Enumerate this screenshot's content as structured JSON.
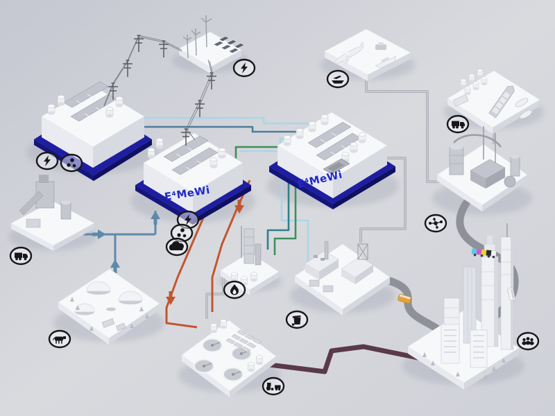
{
  "diagram": {
    "type": "isometric-energy-system-diagram",
    "labels": {
      "center_platform": "E⁴MeWi",
      "right_platform": "E⁴MeWi"
    },
    "platforms": [
      {
        "name": "renewable-energy",
        "objects": [
          "wind-turbines",
          "solar-panels"
        ],
        "icons": [
          "lightning"
        ]
      },
      {
        "name": "electrolysis-plant-left",
        "objects": [
          "module-rows",
          "storage-cylinders"
        ],
        "base": "blue",
        "icons": [
          "lightning",
          "molecules"
        ]
      },
      {
        "name": "methanol-plant-center",
        "label": "E⁴MeWi",
        "base": "blue",
        "icons": [
          "lightning",
          "molecules",
          "cloud"
        ]
      },
      {
        "name": "methanol-plant-right",
        "label": "E⁴MeWi",
        "base": "blue",
        "objects": [
          "gas-tanks",
          "module-rows"
        ],
        "icons": []
      },
      {
        "name": "mobility",
        "objects": [
          "airplane",
          "car",
          "yacht"
        ],
        "icons": [
          "plane-ship"
        ]
      },
      {
        "name": "logistics",
        "objects": [
          "tank-containers",
          "container-ship",
          "tanker-trucks"
        ],
        "icons": [
          "truck"
        ]
      },
      {
        "name": "chemical-industry",
        "objects": [
          "distillation-towers",
          "reactor",
          "sphere-tank"
        ],
        "icons": [
          "molecule-network"
        ]
      },
      {
        "name": "heavy-industry",
        "objects": [
          "blast-furnace",
          "conveyor"
        ],
        "icons": [
          "truck"
        ]
      },
      {
        "name": "biogas-plant",
        "objects": [
          "digester-domes",
          "trees"
        ],
        "icons": [
          "cow"
        ]
      },
      {
        "name": "refinery-tower",
        "objects": [
          "process-tower",
          "small-tanks"
        ],
        "icons": [
          "flame"
        ]
      },
      {
        "name": "factory-park",
        "objects": [
          "factory-halls",
          "truss-tower",
          "chimney"
        ],
        "icons": [
          "waste-bin"
        ]
      },
      {
        "name": "wastewater-treatment",
        "objects": [
          "clarifiers",
          "basins",
          "tanks"
        ],
        "icons": [
          "tractor-trailer"
        ]
      },
      {
        "name": "city",
        "objects": [
          "skyscrapers",
          "apartment-blocks",
          "trees"
        ],
        "icons": [
          "people"
        ]
      }
    ],
    "icons": [
      "lightning",
      "molecules",
      "cloud",
      "plane-ship",
      "truck",
      "molecule-network",
      "cow",
      "flame",
      "waste-bin",
      "tractor-trailer",
      "people"
    ],
    "vehicles": [
      "yellow-bus",
      "cmyk-container-truck",
      "white-bus",
      "airplane",
      "container-ship"
    ],
    "connections": [
      "power-lines-with-pylons",
      "cyan-gas-lines",
      "steel-blue-line",
      "teal-line",
      "green-lines",
      "orange-lines-with-arrows",
      "blue-arrows-up",
      "gray-pipes",
      "maroon-pipe",
      "gray-roads"
    ],
    "colors": {
      "background": "#ced0d9",
      "platform_top": "#f7f8fa",
      "platform_side": "#d6d8df",
      "base_blue": "#1c1c9a",
      "label_blue": "#2028c8",
      "line_cyan": "#a9d6e8",
      "line_steel_blue": "#4e7d9c",
      "line_teal": "#2f8088",
      "line_green": "#3d8f5a",
      "line_orange": "#c2552f",
      "pipe_maroon": "#5a3948",
      "road_gray": "#8f9199",
      "pipe_gray": "#a4a6ae",
      "bus_yellow": "#e2a23c",
      "container_cyan": "#5bc8ea",
      "container_magenta": "#d957c8",
      "container_yellow": "#e8d23a",
      "container_black": "#2a2a30"
    }
  }
}
